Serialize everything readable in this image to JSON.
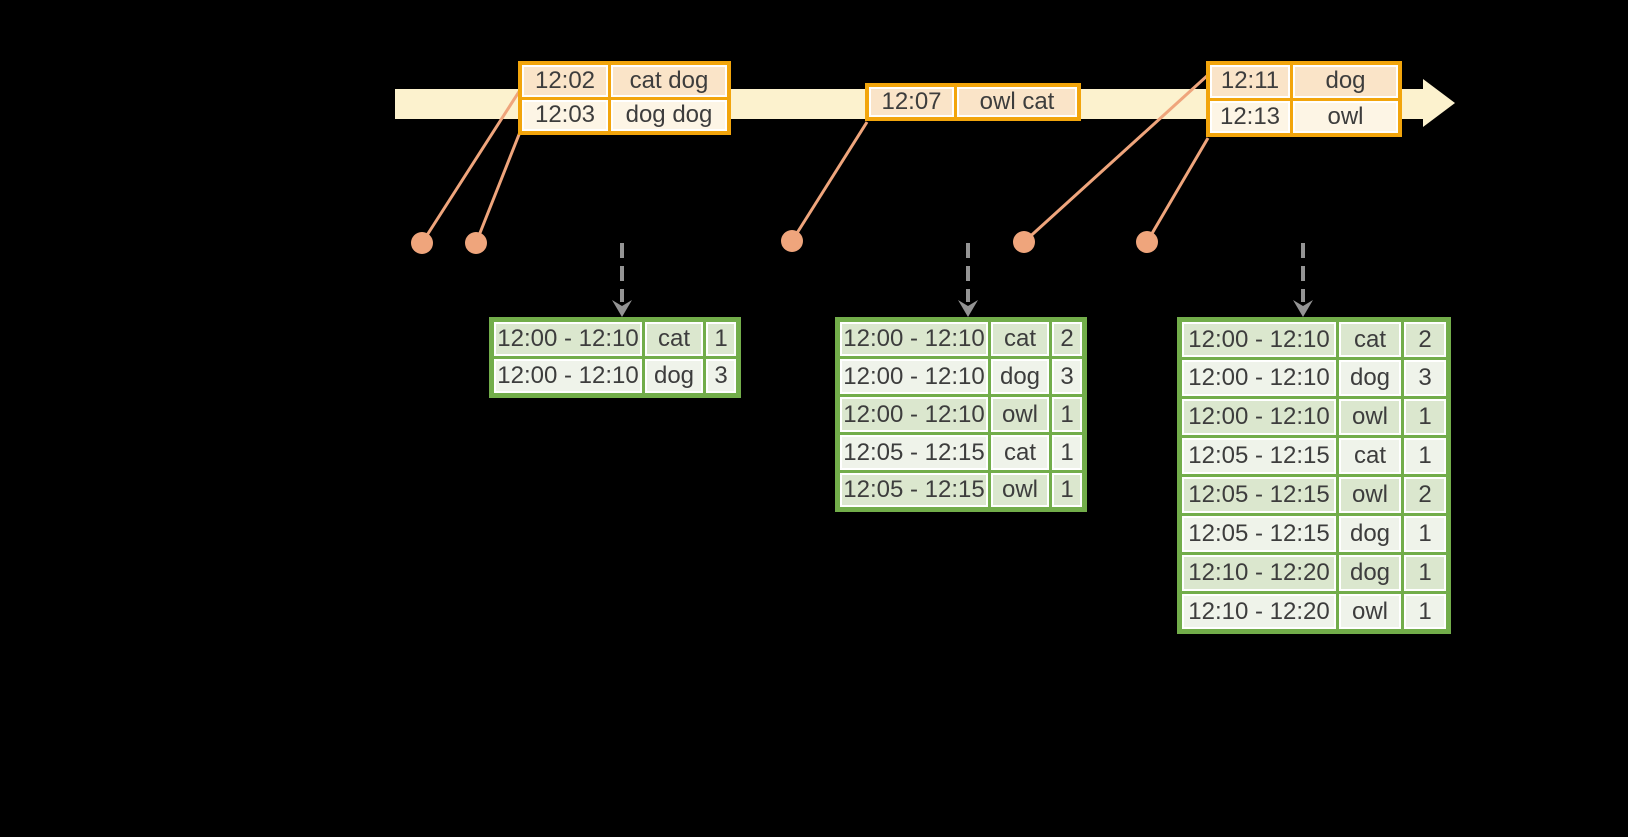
{
  "colors": {
    "background": "#000000",
    "timeline_fill": "#FCF2CE",
    "event_table_border": "#F2A50C",
    "event_row_peach_fill": "#FAE4C8",
    "event_row_cream_fill": "#FDF5E5",
    "event_single_row_fill": "#FBEBD3",
    "connector_salmon": "#EFA57C",
    "trigger_arrow_gray": "#949494",
    "result_table_border": "#72AD4A",
    "result_row_dark_fill": "#DBE7CE",
    "result_row_light_fill": "#EFF3EA",
    "text": "#3D3D3D"
  },
  "event_tables": [
    {
      "rows": [
        {
          "time": "12:02",
          "words": "cat dog"
        },
        {
          "time": "12:03",
          "words": "dog dog"
        }
      ]
    },
    {
      "rows": [
        {
          "time": "12:07",
          "words": "owl cat"
        }
      ]
    },
    {
      "rows": [
        {
          "time": "12:11",
          "words": "dog"
        },
        {
          "time": "12:13",
          "words": "owl"
        }
      ]
    }
  ],
  "result_tables": [
    {
      "rows": [
        {
          "window": "12:00 - 12:10",
          "word": "cat",
          "count": "1"
        },
        {
          "window": "12:00 - 12:10",
          "word": "dog",
          "count": "3"
        }
      ]
    },
    {
      "rows": [
        {
          "window": "12:00 - 12:10",
          "word": "cat",
          "count": "2"
        },
        {
          "window": "12:00 - 12:10",
          "word": "dog",
          "count": "3"
        },
        {
          "window": "12:00 - 12:10",
          "word": "owl",
          "count": "1"
        },
        {
          "window": "12:05 - 12:15",
          "word": "cat",
          "count": "1"
        },
        {
          "window": "12:05 - 12:15",
          "word": "owl",
          "count": "1"
        }
      ]
    },
    {
      "rows": [
        {
          "window": "12:00 - 12:10",
          "word": "cat",
          "count": "2"
        },
        {
          "window": "12:00 - 12:10",
          "word": "dog",
          "count": "3"
        },
        {
          "window": "12:00 - 12:10",
          "word": "owl",
          "count": "1"
        },
        {
          "window": "12:05 - 12:15",
          "word": "cat",
          "count": "1"
        },
        {
          "window": "12:05 - 12:15",
          "word": "owl",
          "count": "2"
        },
        {
          "window": "12:05 - 12:15",
          "word": "dog",
          "count": "1"
        },
        {
          "window": "12:10 - 12:20",
          "word": "dog",
          "count": "1"
        },
        {
          "window": "12:10 - 12:20",
          "word": "owl",
          "count": "1"
        }
      ]
    }
  ]
}
